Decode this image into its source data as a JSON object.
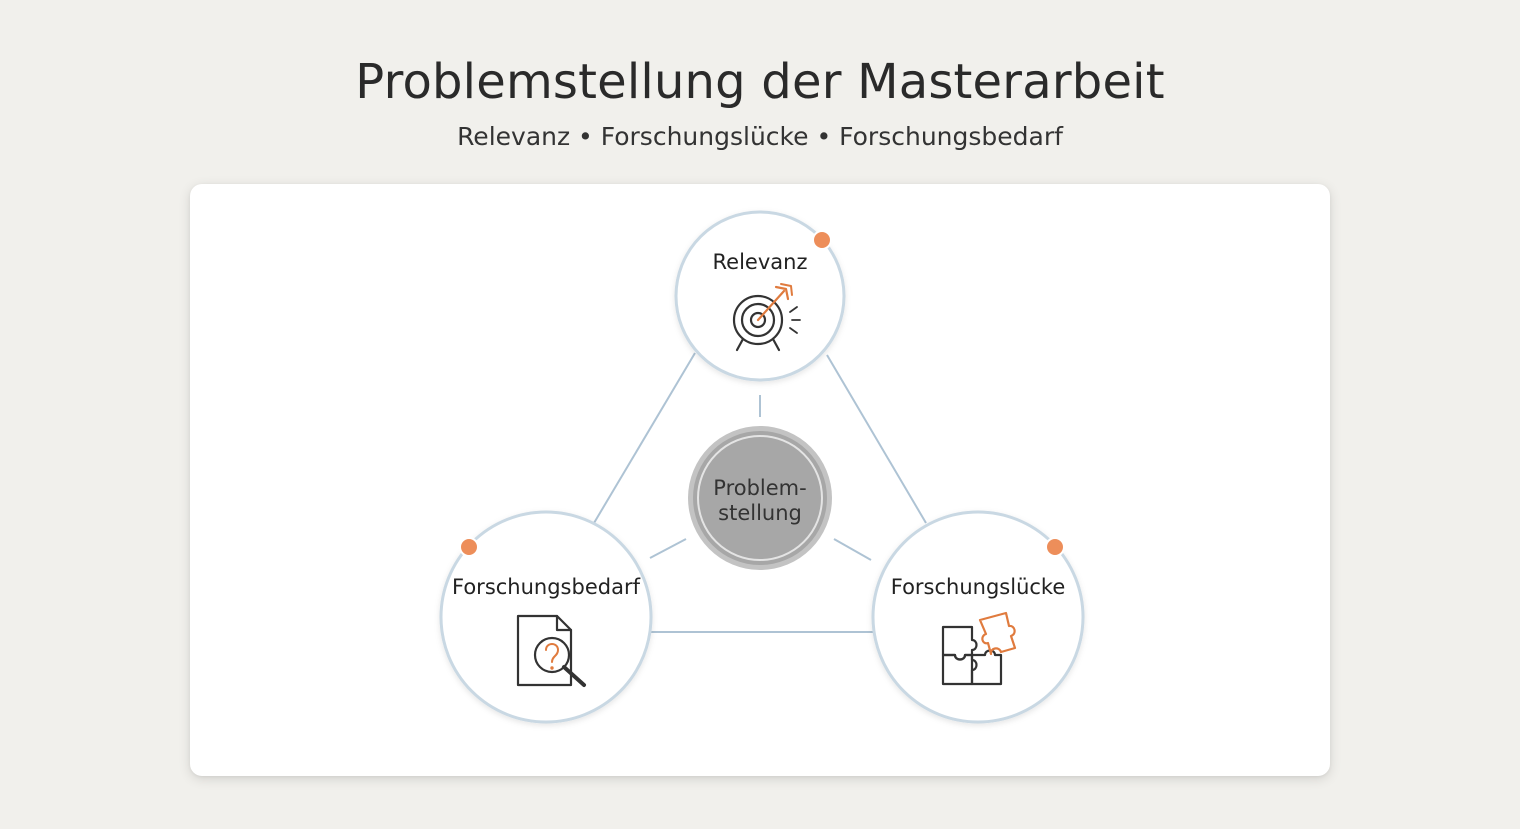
{
  "header": {
    "title": "Problemstellung der Masterarbeit",
    "subtitle": "Relevanz • Forschungslücke • Forschungsbedarf"
  },
  "diagram": {
    "hub": {
      "line1": "Problem-",
      "line2": "stellung"
    },
    "nodes": [
      {
        "label": "Relevanz",
        "icon": "target-icon"
      },
      {
        "label": "Forschungsbedarf",
        "icon": "document-search-icon"
      },
      {
        "label": "Forschungslücke",
        "icon": "puzzle-icon"
      }
    ]
  },
  "colors": {
    "background": "#f1f0ec",
    "card": "#ffffff",
    "connector": "#aec3d4",
    "node_border": "#c9d8e3",
    "accent": "#ed8e5a",
    "hub": "#a5a5a5"
  }
}
